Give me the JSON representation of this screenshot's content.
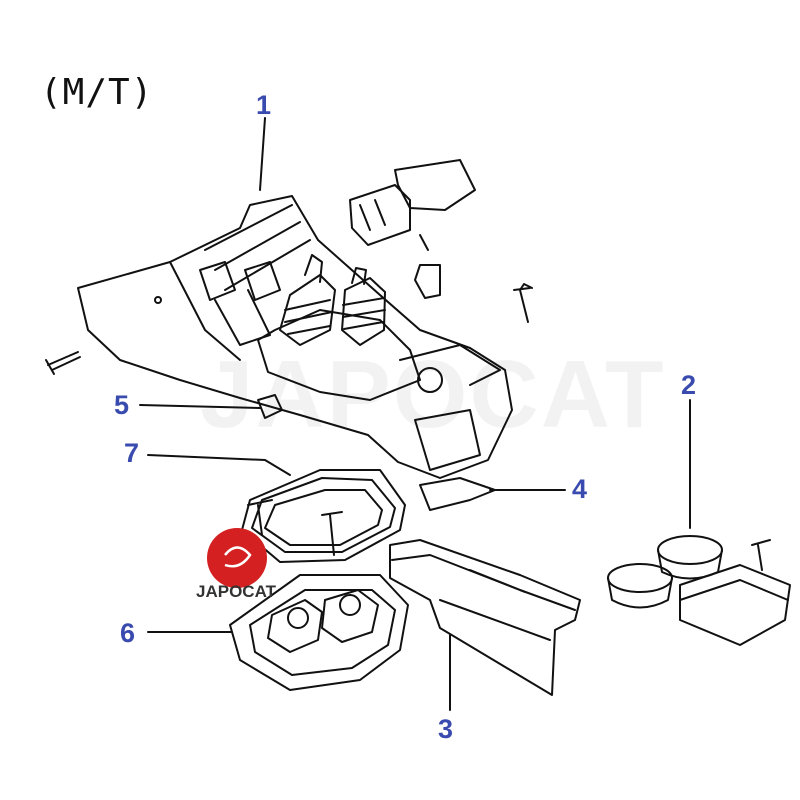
{
  "diagram": {
    "title": "(M/T)",
    "callouts": [
      {
        "id": "1",
        "label": "1"
      },
      {
        "id": "2",
        "label": "2"
      },
      {
        "id": "3",
        "label": "3"
      },
      {
        "id": "4",
        "label": "4"
      },
      {
        "id": "5",
        "label": "5"
      },
      {
        "id": "6",
        "label": "6"
      },
      {
        "id": "7",
        "label": "7"
      }
    ],
    "colors": {
      "callout": "#3a4bb0",
      "line": "#111111",
      "logo_red": "#d42020"
    },
    "watermark_text": "JAPOCAT",
    "logo_text": "JAPOCAT"
  }
}
